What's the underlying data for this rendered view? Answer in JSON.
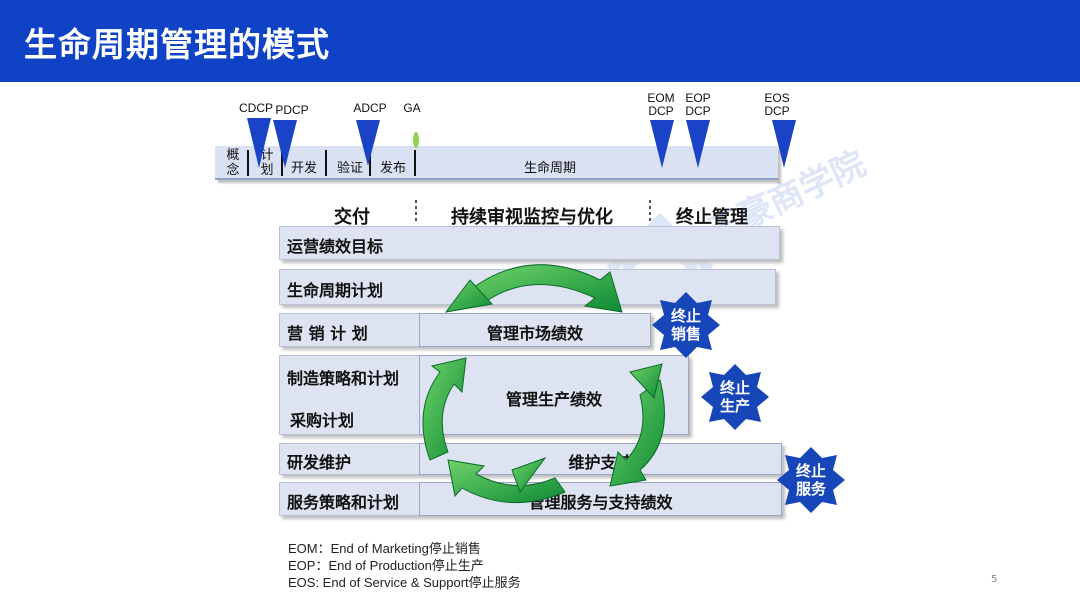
{
  "header": {
    "title": "生命周期管理的模式"
  },
  "gates": {
    "cdcp": "CDCP",
    "pdcp": "PDCP",
    "adcp": "ADCP",
    "ga": "GA",
    "eom_top": "EOM",
    "eom_bottom": "DCP",
    "eop_top": "EOP",
    "eop_bottom": "DCP",
    "eos_top": "EOS",
    "eos_bottom": "DCP"
  },
  "phases": {
    "concept_1": "概",
    "concept_2": "念",
    "plan_1": "计",
    "plan_2": "划",
    "develop": "开发",
    "verify": "验证",
    "release": "发布",
    "lifecycle": "生命周期"
  },
  "columns": {
    "delivery": "交付",
    "monitor": "持续审视监控与优化",
    "end": "终止管理"
  },
  "rows": {
    "ops_goals": "运营绩效目标",
    "lifecycle_plan": "生命周期计划",
    "marketing_plan": "营 销 计 划",
    "manufacturing": "制造策略和计划",
    "procurement": "采购计划",
    "rnd": "研发维护",
    "service": "服务策略和计划"
  },
  "inner": {
    "market_perf": "管理市场绩效",
    "production_perf": "管理生产绩效",
    "maintenance": "维护支持",
    "service_perf": "管理服务与支持绩效"
  },
  "stars": {
    "end_sales_1": "终止",
    "end_sales_2": "销售",
    "end_prod_1": "终止",
    "end_prod_2": "生产",
    "end_service_1": "终止",
    "end_service_2": "服务"
  },
  "legend": {
    "eom": "EOM：End of Marketing停止销售",
    "eop": "EOP：End of Production停止生产",
    "eos": "EOS: End of Service & Support停止服务"
  },
  "watermark": {
    "text": "三豪商学院"
  },
  "page_number": "5",
  "colors": {
    "header": "#0f42c4",
    "gate": "#1a43c8",
    "arrow": "#1ea34a",
    "star": "#1746b8"
  }
}
